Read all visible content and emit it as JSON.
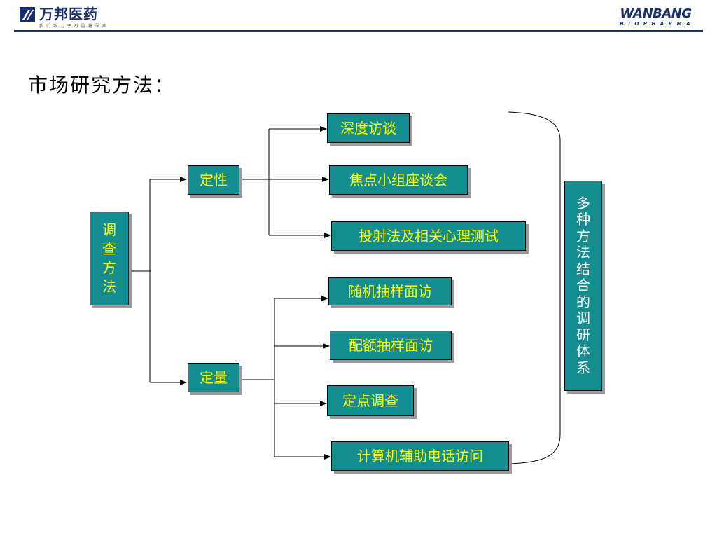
{
  "header": {
    "logo_name": "万邦医药",
    "logo_slogan": "我们致力于战胜糖尿病",
    "brand_main": "WANBANG",
    "brand_sub": "BIOPHARMA",
    "accent_color": "#1a2f6b"
  },
  "title": "市场研究方法：",
  "diagram": {
    "root": "调查方法",
    "qualitative": {
      "label": "定性",
      "methods": [
        "深度访谈",
        "焦点小组座谈会",
        "投射法及相关心理测试"
      ]
    },
    "quantitative": {
      "label": "定量",
      "methods": [
        "随机抽样面访",
        "配额抽样面访",
        "定点调查",
        "计算机辅助电话访问"
      ]
    },
    "summary": "多种方法结合的调研体系",
    "box_fill": "#138d8f",
    "text_color": "#ffff00",
    "summary_text_color": "#ffffff"
  }
}
